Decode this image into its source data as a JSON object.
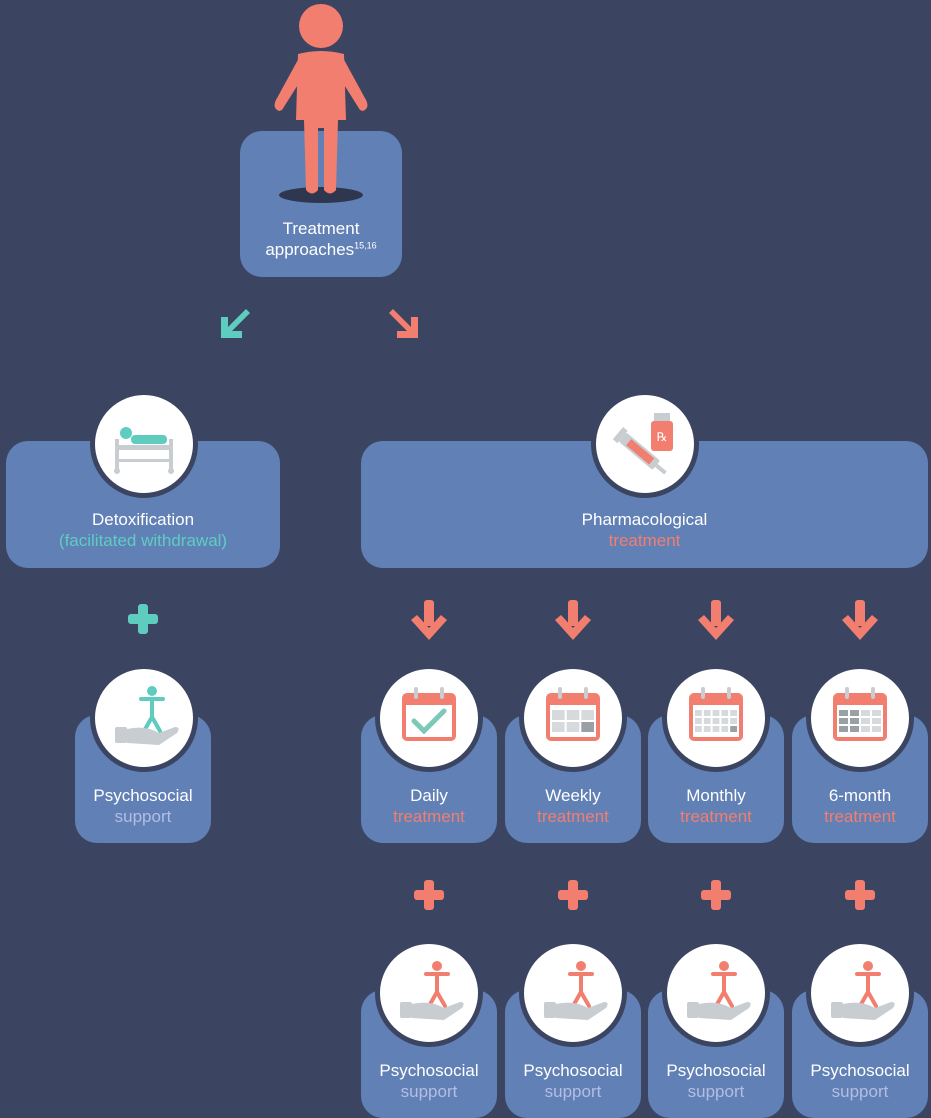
{
  "root": {
    "line1": "Treatment",
    "line2": "approaches",
    "ref": "15,16"
  },
  "detox": {
    "line1": "Detoxification",
    "line2": "(facilitated withdrawal)"
  },
  "pharma": {
    "line1": "Pharmacological",
    "line2": "treatment"
  },
  "psych_detox": {
    "line1": "Psychosocial",
    "line2": "support"
  },
  "schedules": [
    {
      "line1": "Daily",
      "line2": "treatment"
    },
    {
      "line1": "Weekly",
      "line2": "treatment"
    },
    {
      "line1": "Monthly",
      "line2": "treatment"
    },
    {
      "line1": "6-month",
      "line2": "treatment"
    }
  ],
  "psych_pharma": [
    {
      "line1": "Psychosocial",
      "line2": "support"
    },
    {
      "line1": "Psychosocial",
      "line2": "support"
    },
    {
      "line1": "Psychosocial",
      "line2": "support"
    },
    {
      "line1": "Psychosocial",
      "line2": "support"
    }
  ],
  "colors": {
    "background": "#3b4460",
    "box": "#6180b5",
    "salmon": "#f27e6f",
    "teal": "#5ecdc0",
    "lavender": "#b3bde5"
  },
  "icons": {
    "root": "person-icon",
    "detox": "hospital-bed-icon",
    "pharma": "syringe-prescription-icon",
    "psych": "hand-person-icon",
    "schedules": [
      "calendar-check-icon",
      "calendar-week-icon",
      "calendar-month-icon",
      "calendar-6-month-icon"
    ]
  }
}
